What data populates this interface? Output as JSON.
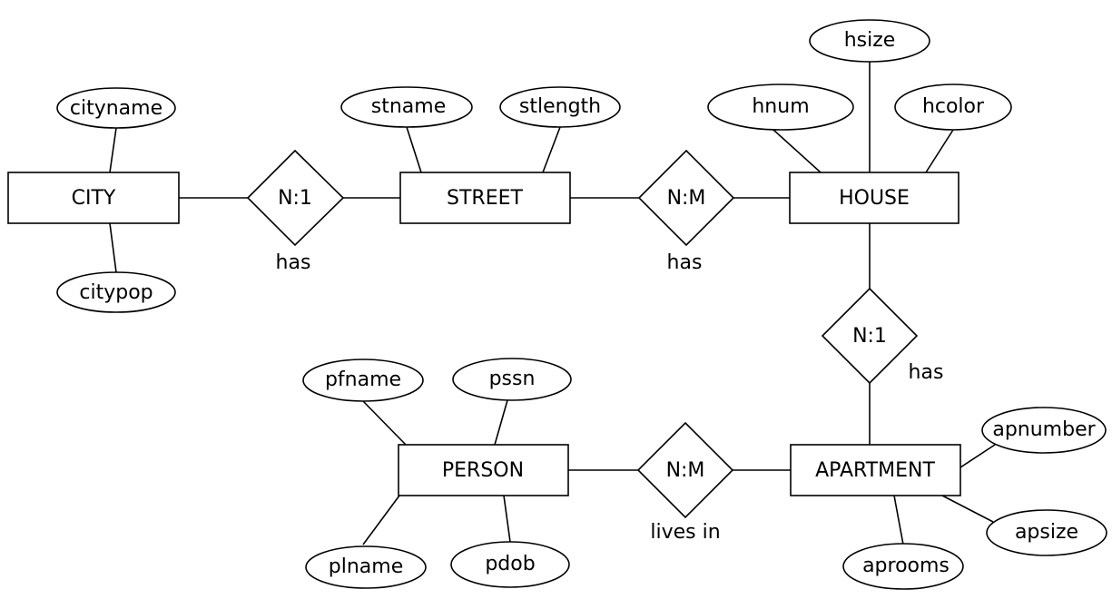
{
  "entities": {
    "city": "CITY",
    "street": "STREET",
    "house": "HOUSE",
    "apartment": "APARTMENT",
    "person": "PERSON"
  },
  "attributes": {
    "cityname": "cityname",
    "citypop": "citypop",
    "stname": "stname",
    "stlength": "stlength",
    "hnum": "hnum",
    "hsize": "hsize",
    "hcolor": "hcolor",
    "apnumber": "apnumber",
    "apsize": "apsize",
    "aprooms": "aprooms",
    "pfname": "pfname",
    "pssn": "pssn",
    "plname": "plname",
    "pdob": "pdob"
  },
  "relationships": {
    "city_street": {
      "cardinality": "N:1",
      "name": "has"
    },
    "street_house": {
      "cardinality": "N:M",
      "name": "has"
    },
    "house_apartment": {
      "cardinality": "N:1",
      "name": "has"
    },
    "person_apartment": {
      "cardinality": "N:M",
      "name": "lives in"
    }
  }
}
